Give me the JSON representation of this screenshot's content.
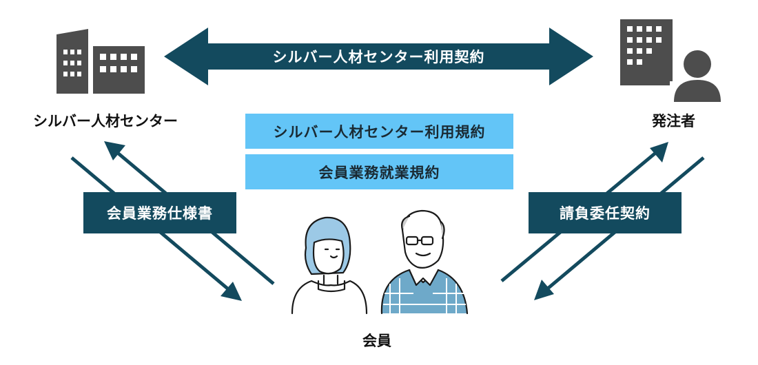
{
  "top_arrow": {
    "label": "シルバー人材センター利用契約"
  },
  "center_boxes": [
    {
      "label": "シルバー人材センター利用規約"
    },
    {
      "label": "会員業務就業規約"
    }
  ],
  "left_box": {
    "label": "会員業務仕様書"
  },
  "right_box": {
    "label": "請負委任契約"
  },
  "entities": {
    "center": "シルバー人材センター",
    "client": "発注者",
    "member": "会員"
  },
  "icons": {
    "center": "office-building-icon",
    "client": "building-person-icon",
    "member": "elderly-couple-illustration"
  },
  "colors": {
    "dark_navy": "#134a5e",
    "light_blue": "#63c5f7",
    "icon_gray": "#4d4d4d",
    "shirt_blue": "#6ea9c9"
  }
}
